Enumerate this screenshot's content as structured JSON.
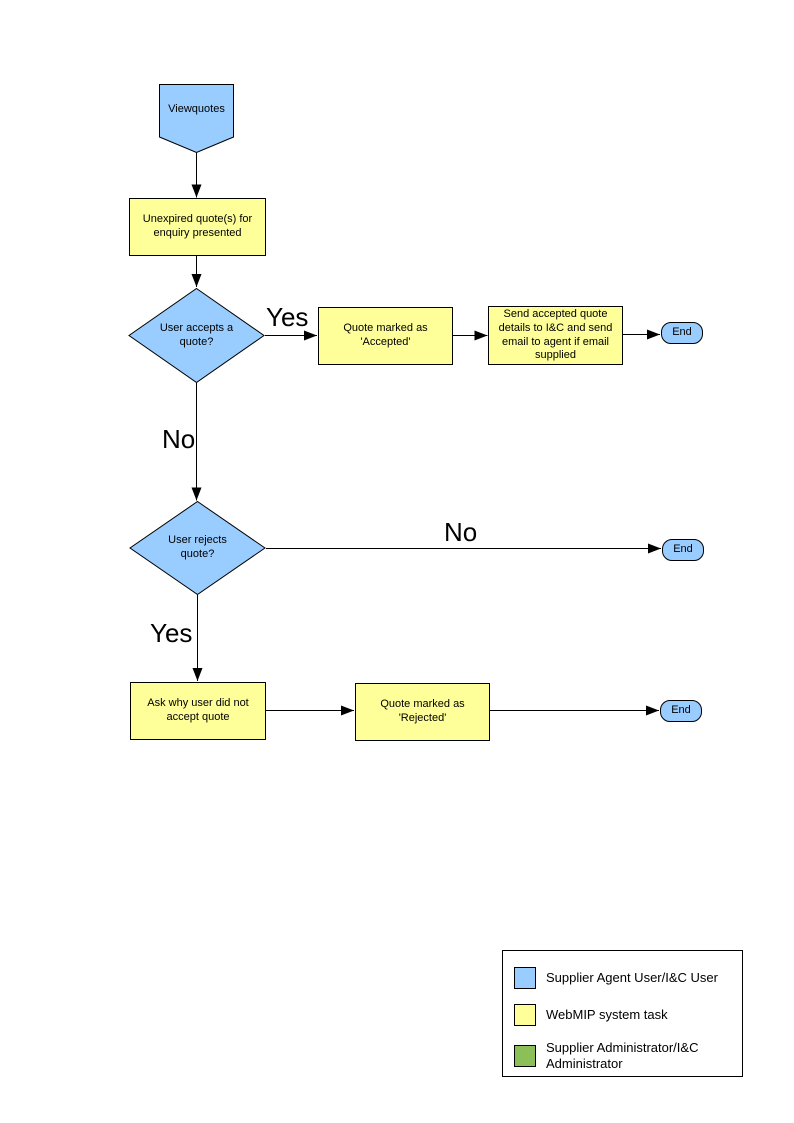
{
  "colors": {
    "user": "#99CCFF",
    "task": "#FFFF99",
    "admin": "#8CBF58",
    "line": "#000000"
  },
  "nodes": {
    "viewquotes": "Viewquotes",
    "unexpired": "Unexpired quote(s) for enquiry presented",
    "user_accepts": "User accepts a quote?",
    "marked_accepted": "Quote  marked as 'Accepted'",
    "send_details": "Send accepted quote details to I&C and send email to agent if email supplied",
    "user_rejects": "User rejects quote?",
    "ask_why": "Ask why user did not accept quote",
    "marked_rejected": "Quote  marked as 'Rejected'",
    "end": "End"
  },
  "edge_labels": {
    "accepts_yes": "Yes",
    "accepts_no": "No",
    "rejects_no": "No",
    "rejects_yes": "Yes"
  },
  "legend": {
    "items": [
      {
        "color": "#99CCFF",
        "label": "Supplier Agent User/I&C User"
      },
      {
        "color": "#FFFF99",
        "label": "WebMIP system task"
      },
      {
        "color": "#8CBF58",
        "label": "Supplier Administrator/I&C Administrator"
      }
    ]
  }
}
